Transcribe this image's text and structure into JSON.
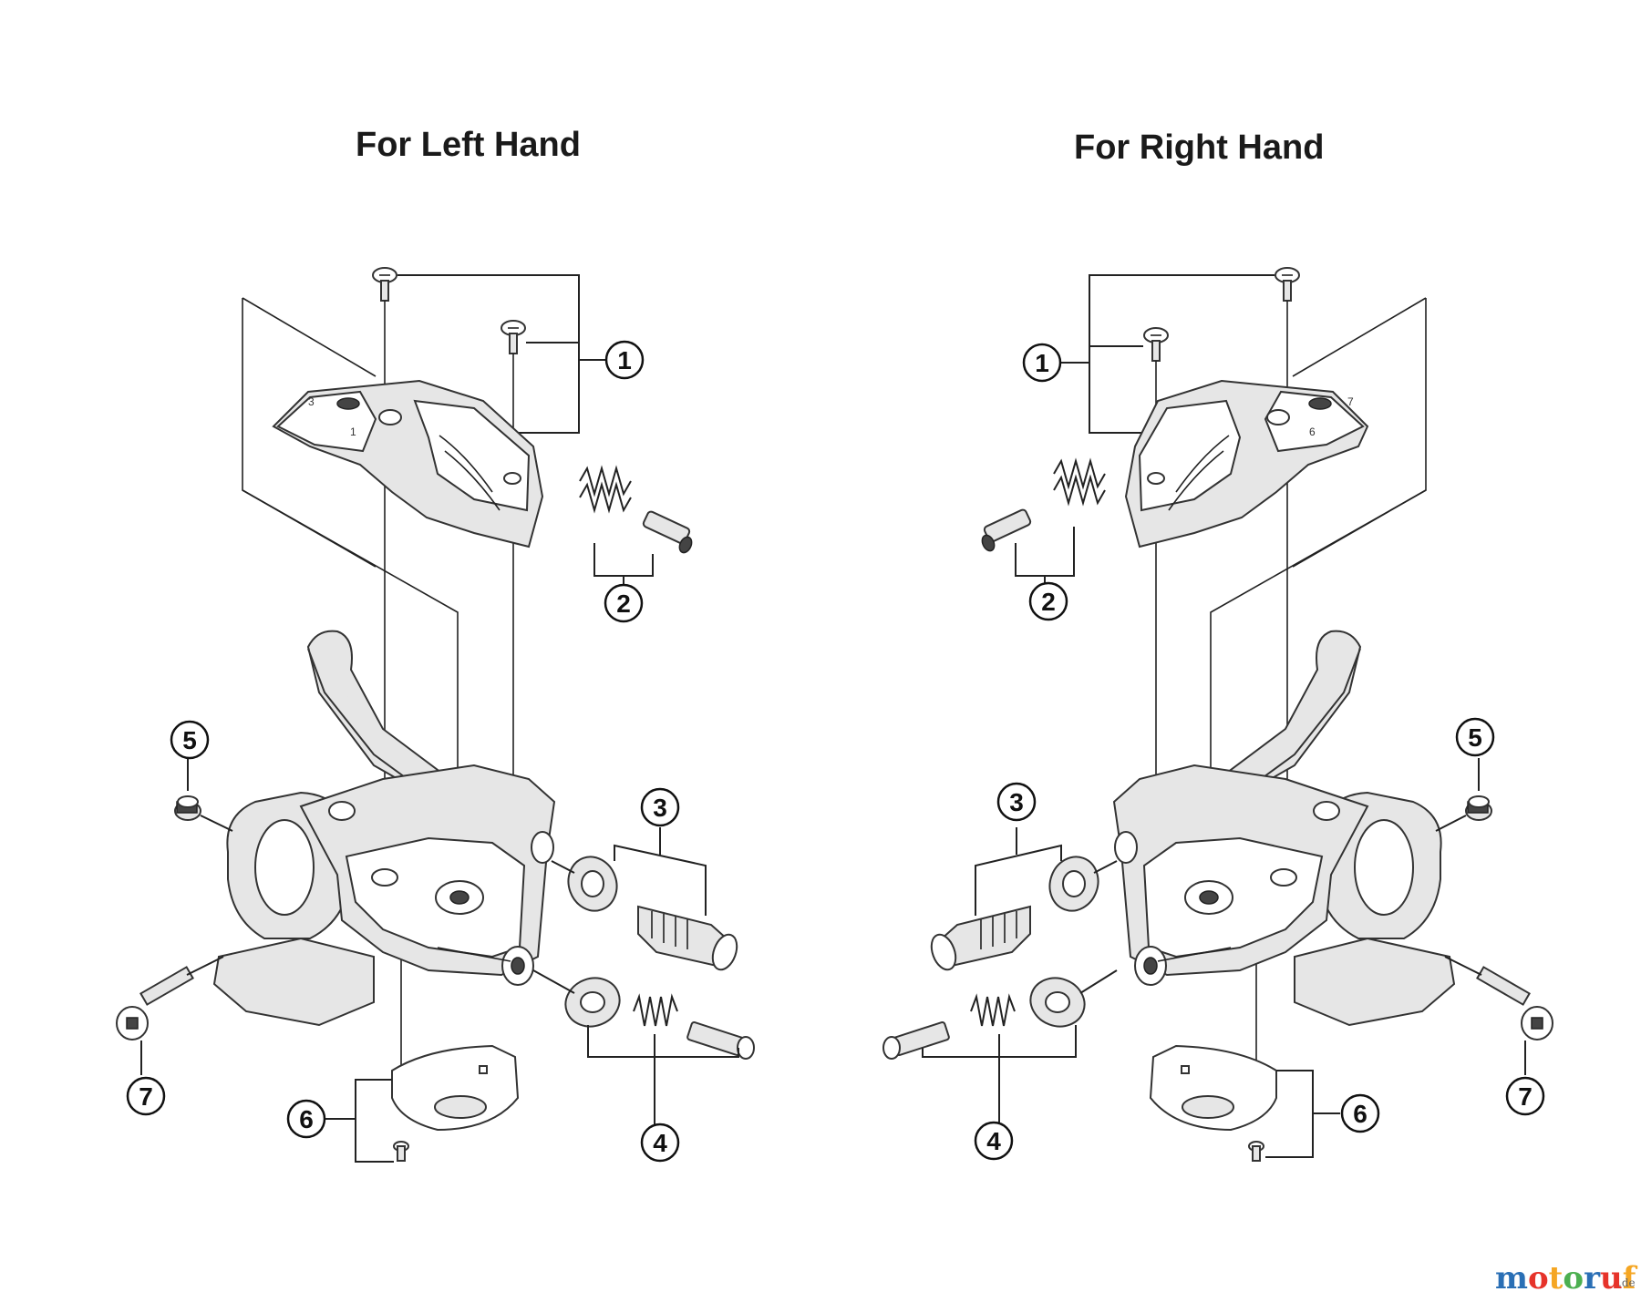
{
  "titles": {
    "left": "For Left Hand",
    "right": "For Right Hand"
  },
  "callouts": {
    "left": [
      "1",
      "2",
      "3",
      "4",
      "5",
      "6",
      "7"
    ],
    "right": [
      "1",
      "2",
      "3",
      "4",
      "5",
      "6",
      "7"
    ]
  },
  "watermark": {
    "brand": "motoruf",
    "suffix": ".de",
    "colors": [
      "#2a6fb5",
      "#e6332a",
      "#f5a623",
      "#4caf50"
    ]
  }
}
